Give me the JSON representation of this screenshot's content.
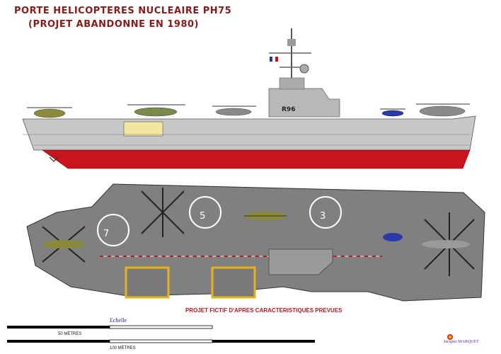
{
  "title_line1": "PORTE HELICOPTERES NUCLEAIRE PH75",
  "title_line2": "(PROJET ABANDONNE EN 1980)",
  "hull_number": "R96",
  "deck_numbers": [
    "7",
    "5",
    "3"
  ],
  "note": "PROJET FICTIF D'APRES CARACTERISTIQUES  PREVUES",
  "scale": {
    "label": "Echelle",
    "bar1_text": "50 MÈTRES",
    "bar2_text": "100 MÈTRES"
  },
  "author": "Jacques MARQUET",
  "colors": {
    "title": "#8a1a1a",
    "hull_gray": "#c8c8c8",
    "hull_red": "#c8141c",
    "deck": "#808080",
    "note": "#c0141c"
  }
}
